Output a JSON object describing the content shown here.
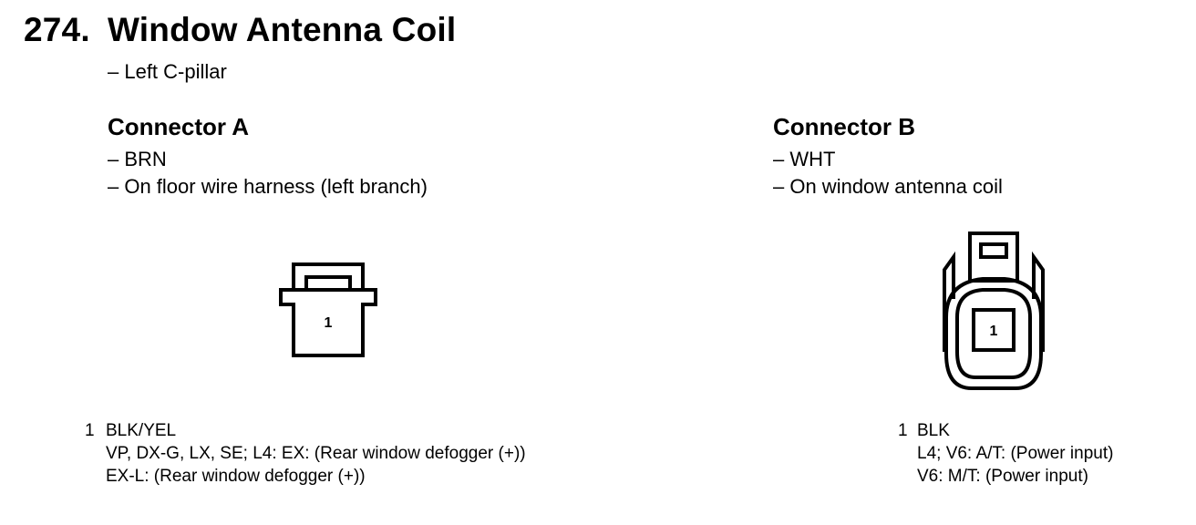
{
  "page": {
    "number": "274.",
    "title": "Window Antenna Coil",
    "location": "– Left C-pillar"
  },
  "connectors": [
    {
      "heading": "Connector A",
      "color_line": "– BRN",
      "location_line": "– On floor wire harness (left branch)",
      "pin_label": "1",
      "pin": {
        "number": "1",
        "wire": "BLK/YEL",
        "notes": [
          "VP, DX-G, LX, SE; L4: EX: (Rear window defogger (+))",
          "EX-L: (Rear window defogger (+))"
        ]
      }
    },
    {
      "heading": "Connector B",
      "color_line": "– WHT",
      "location_line": "– On window antenna coil",
      "pin_label": "1",
      "pin": {
        "number": "1",
        "wire": "BLK",
        "notes": [
          "L4; V6: A/T: (Power input)",
          "V6: M/T: (Power input)"
        ]
      }
    }
  ]
}
